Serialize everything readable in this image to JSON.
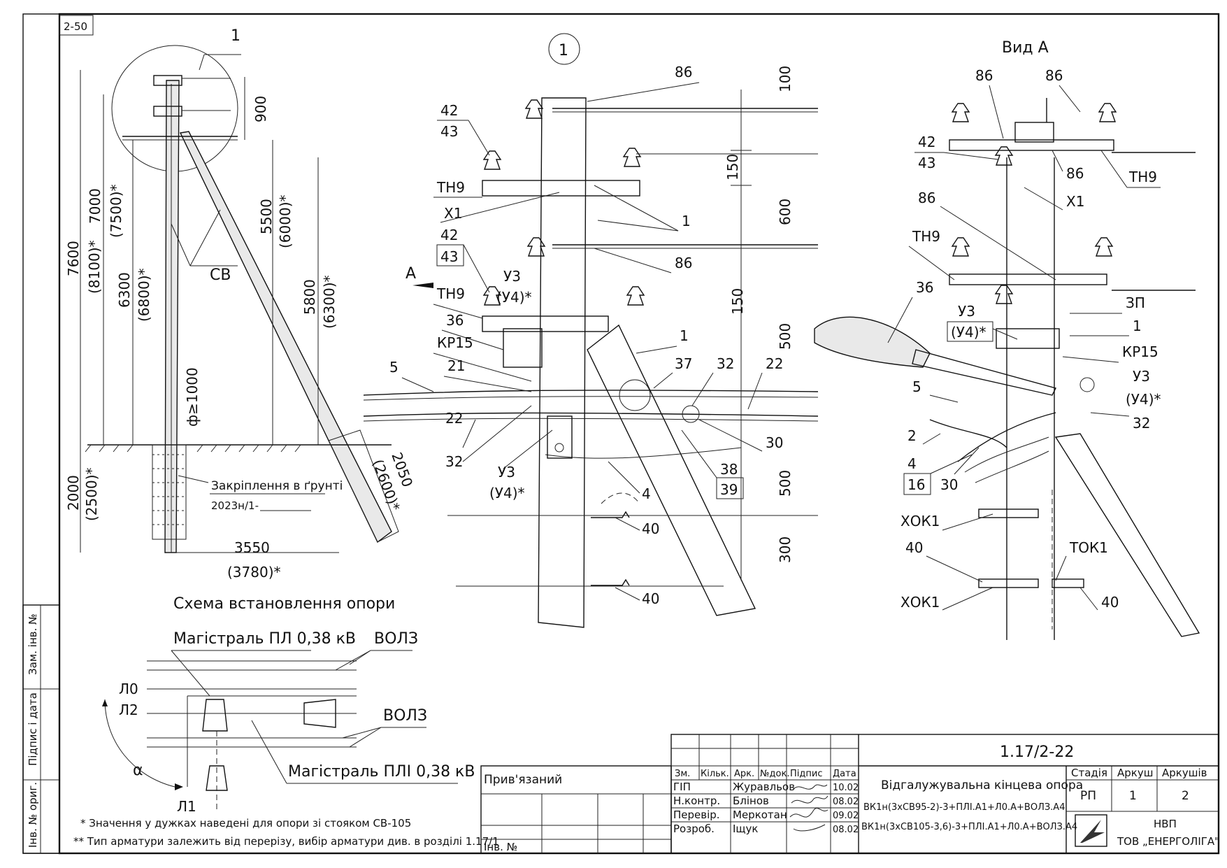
{
  "sheet_tag": "2-50",
  "detail_ref": "1",
  "view_a_title": "Вид А",
  "view_a_arrow": "A",
  "scheme_title": "Схема встановлення опори",
  "footnote_1": "* Значення у дужках наведені для опори зі стояком СВ-105",
  "footnote_2": "** Тип арматури залежить від перерізу, вибір арматури див. в розділі 1.17/1",
  "left_view": {
    "dims": {
      "d7600": "7600",
      "d8100": "(8100)*",
      "d7000": "7000",
      "d7500": "(7500)*",
      "d6300": "6300",
      "d6800": "(6800)*",
      "d5500": "5500",
      "d6000": "(6000)*",
      "d5800": "5800",
      "d6300b": "(6300)*",
      "d900": "900",
      "d2000": "2000",
      "d2500": "(2500)*",
      "d2050": "2050",
      "d2600": "(2600)*",
      "d3550": "3550",
      "d3780": "(3780)*",
      "phi": "ф≥1000"
    },
    "cb": "СВ",
    "fix_1": "Закріплення в ґрунті",
    "fix_2": "2023н/1-"
  },
  "middle_view": {
    "labels": {
      "n86a": "86",
      "n42": "42",
      "n43": "43",
      "th9a": "ТН9",
      "x1": "Х1",
      "n42b": "42",
      "n43b": "43",
      "th9b": "ТН9",
      "n36": "36",
      "kp15": "КР15",
      "n21": "21",
      "n5": "5",
      "n22": "22",
      "n32": "32",
      "u3a": "У3",
      "u4a": "(У4)*",
      "u3b": "У3",
      "u4b": "(У4)*",
      "n1a": "1",
      "n86b": "86",
      "n1b": "1",
      "n37": "37",
      "n32b": "32",
      "n22b": "22",
      "n30": "30",
      "n38": "38",
      "n39": "39",
      "n4": "4",
      "n40a": "40",
      "n40b": "40"
    },
    "dims": {
      "d100": "100",
      "d150a": "150",
      "d600": "600",
      "d150b": "150",
      "d500a": "500",
      "d500b": "500",
      "d300": "300"
    }
  },
  "right_view": {
    "labels": {
      "n86a": "86",
      "n86b": "86",
      "n42": "42",
      "n43": "43",
      "n86c": "86",
      "th9a": "ТН9",
      "x1": "Х1",
      "n86d": "86",
      "th9b": "ТН9",
      "n36": "36",
      "zp": "ЗП",
      "u3": "У3",
      "u4": "(У4)*",
      "n1": "1",
      "kp15": "КР15",
      "n5": "5",
      "u3b": "У3",
      "u4b": "(У4)*",
      "n32": "32",
      "n2": "2",
      "n4": "4",
      "n16": "16",
      "n30": "30",
      "xok1a": "ХОК1",
      "n40a": "40",
      "tok1": "ТОК1",
      "xok1b": "ХОК1",
      "n40b": "40"
    }
  },
  "scheme": {
    "mag1": "Магістраль ПЛ 0,38 кВ",
    "vo1": "ВОЛЗ",
    "l0": "Л0",
    "l2": "Л2",
    "vo2": "ВОЛЗ",
    "mag2": "Магістраль ПЛІ 0,38 кВ",
    "l1": "Л1",
    "alpha": "α"
  },
  "side_stamp": {
    "s1": "Зам. інв. №",
    "s2": "Підпис і дата",
    "s3": "Інв. № ориг."
  },
  "title_block": {
    "tied": "Прив'язаний",
    "inv": "Інв. №",
    "code": "1.17/2-22",
    "col_headers": [
      "Зм.",
      "Кільк.",
      "Арк.",
      "№док.",
      "Підпис",
      "Дата"
    ],
    "rows": [
      {
        "role": "ГІП",
        "name": "Журавльов",
        "date": "10.02"
      },
      {
        "role": "Н.контр.",
        "name": "Блінов",
        "date": "08.02"
      },
      {
        "role": "Перевір.",
        "name": "Меркотан",
        "date": "09.02"
      },
      {
        "role": "Розроб.",
        "name": "Іщук",
        "date": "08.02"
      }
    ],
    "desc_title": "Відгалужувальна кінцева опора",
    "desc_1": "ВК1н(3хСВ95-2)-3+ПЛІ.А1+Л0.А+ВОЛЗ.А4",
    "desc_2": "ВК1н(3хСВ105-3,6)-3+ПЛІ.А1+Л0.А+ВОЛЗ.А4",
    "stage_h": "Стадія",
    "sheet_h": "Аркуш",
    "sheets_h": "Аркушів",
    "stage": "РП",
    "sheet": "1",
    "sheets": "2",
    "org_1": "НВП",
    "org_2": "ТОВ „ЕНЕРГОЛІГА\""
  }
}
